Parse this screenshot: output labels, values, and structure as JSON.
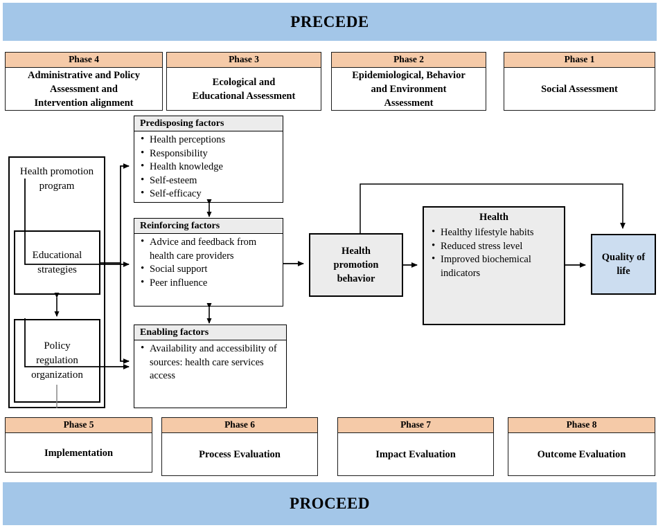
{
  "banners": {
    "top": "PRECEDE",
    "bottom": "PROCEED"
  },
  "colors": {
    "banner_blue": "#a3c6e8",
    "phase_header_peach": "#f5caa8",
    "box_grey": "#ececec",
    "quality_blue": "#ccddf0",
    "line_black": "#000000"
  },
  "top_phases": [
    {
      "header": "Phase 4",
      "lines": [
        "Administrative and Policy",
        "Assessment and",
        "Intervention alignment"
      ]
    },
    {
      "header": "Phase 3",
      "lines": [
        "Ecological and",
        "Educational Assessment"
      ]
    },
    {
      "header": "Phase 2",
      "lines": [
        "Epidemiological, Behavior",
        "and Environment",
        "Assessment"
      ]
    },
    {
      "header": "Phase 1",
      "lines": [
        "Social Assessment"
      ]
    }
  ],
  "bottom_phases": [
    {
      "header": "Phase 5",
      "lines": [
        "Implementation"
      ]
    },
    {
      "header": "Phase 6",
      "lines": [
        "Process Evaluation"
      ]
    },
    {
      "header": "Phase 7",
      "lines": [
        "Impact Evaluation"
      ]
    },
    {
      "header": "Phase 8",
      "lines": [
        "Outcome Evaluation"
      ]
    }
  ],
  "program": {
    "title_lines": [
      "Health",
      "promotion",
      "program"
    ],
    "educational": {
      "lines": [
        "Educational",
        "strategies"
      ]
    },
    "policy": {
      "lines": [
        "Policy",
        "regulation",
        "organization"
      ]
    }
  },
  "factors": [
    {
      "title": "Predisposing factors",
      "items": [
        "Health perceptions",
        "Responsibility",
        "Health knowledge",
        "Self-esteem",
        "Self-efficacy"
      ]
    },
    {
      "title": "Reinforcing factors",
      "items": [
        "Advice and feedback from health care providers",
        "Social support",
        "Peer influence"
      ]
    },
    {
      "title": "Enabling factors",
      "items": [
        "Availability and accessibility  of sources: health care services access"
      ]
    }
  ],
  "behavior": {
    "lines": [
      "Health",
      "promotion",
      "behavior"
    ]
  },
  "health": {
    "title": "Health",
    "items": [
      "Healthy lifestyle habits",
      "Reduced stress level",
      "Improved biochemical indicators"
    ]
  },
  "outcome": {
    "lines": [
      "Quality of",
      "life"
    ]
  }
}
